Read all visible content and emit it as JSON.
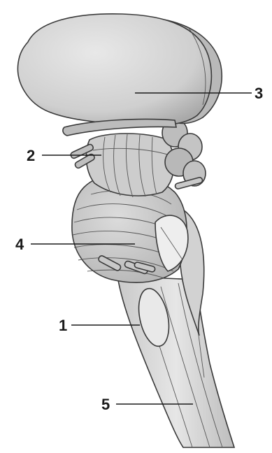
{
  "labels": {
    "l1": "1",
    "l2": "2",
    "l3": "3",
    "l4": "4",
    "l5": "5"
  },
  "colors": {
    "line": "#1a1a1a",
    "fill_light": "#e4e4e4",
    "fill_mid": "#cfcfcf",
    "fill_dark": "#b5b5b5"
  }
}
